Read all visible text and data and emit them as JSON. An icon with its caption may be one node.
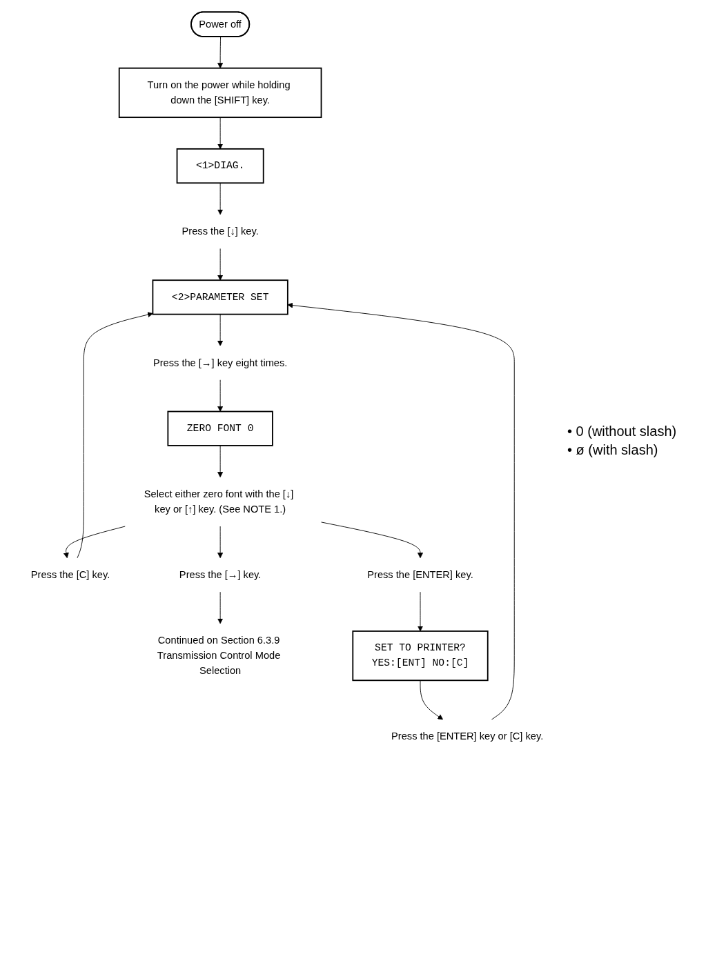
{
  "diagram": {
    "nodes": [
      {
        "text": [
          "Power off"
        ]
      },
      {
        "text": [
          "Turn on the power while holding down the [SHIFT] key."
        ]
      },
      {
        "text": [
          "<1>DIAG."
        ]
      },
      {
        "text": [
          "Press the [↓] key."
        ]
      },
      {
        "text": [
          "<2>PARAMETER SET"
        ]
      },
      {
        "text": [
          "Press the [→] key eight times."
        ]
      },
      {
        "text": [
          "ZERO FONT 0"
        ]
      },
      {
        "text": [
          "Select either zero font with the [↓] key or [↑] key. (See NOTE 1.)"
        ]
      },
      {
        "text": [
          "Press the [C] key."
        ]
      },
      {
        "text": [
          "Press the [→] key."
        ]
      },
      {
        "text": [
          "Press the [ENTER] key."
        ]
      },
      {
        "text": [
          "Continued on Section 6.3.9 Transmission Control Mode Selection"
        ]
      },
      {
        "text": [
          "SET TO PRINTER?",
          "YES:[ENT] NO:[C]"
        ]
      },
      {
        "text": [
          "Press the [ENTER] key or [C] key."
        ]
      }
    ],
    "edges": [
      {
        "from": 0,
        "to": 1,
        "arrow": "to"
      },
      {
        "from": 1,
        "to": 2,
        "arrow": "to"
      },
      {
        "from": 2,
        "to": 3,
        "arrow": "to"
      },
      {
        "from": 3,
        "to": 4,
        "arrow": "to"
      },
      {
        "from": 4,
        "to": 5,
        "arrow": "to"
      },
      {
        "from": 5,
        "to": 6,
        "arrow": "to"
      },
      {
        "from": 6,
        "to": 7,
        "arrow": "to"
      },
      {
        "from": 7,
        "to": 8,
        "arrow": "to"
      },
      {
        "from": 7,
        "to": 10,
        "arrow": "to"
      },
      {
        "from": 7,
        "to": 9,
        "arrow": "to"
      },
      {
        "from": 8,
        "to": 4,
        "arrow": "to"
      },
      {
        "from": 9,
        "to": 11,
        "arrow": "to"
      },
      {
        "from": 10,
        "to": 12,
        "arrow": "to"
      },
      {
        "from": 12,
        "to": 13,
        "arrow": "to"
      },
      {
        "from": 13,
        "to": 4,
        "arrow": "to"
      }
    ],
    "labels": [
      "• 0 (without slash)",
      "• ø (with slash)"
    ]
  }
}
